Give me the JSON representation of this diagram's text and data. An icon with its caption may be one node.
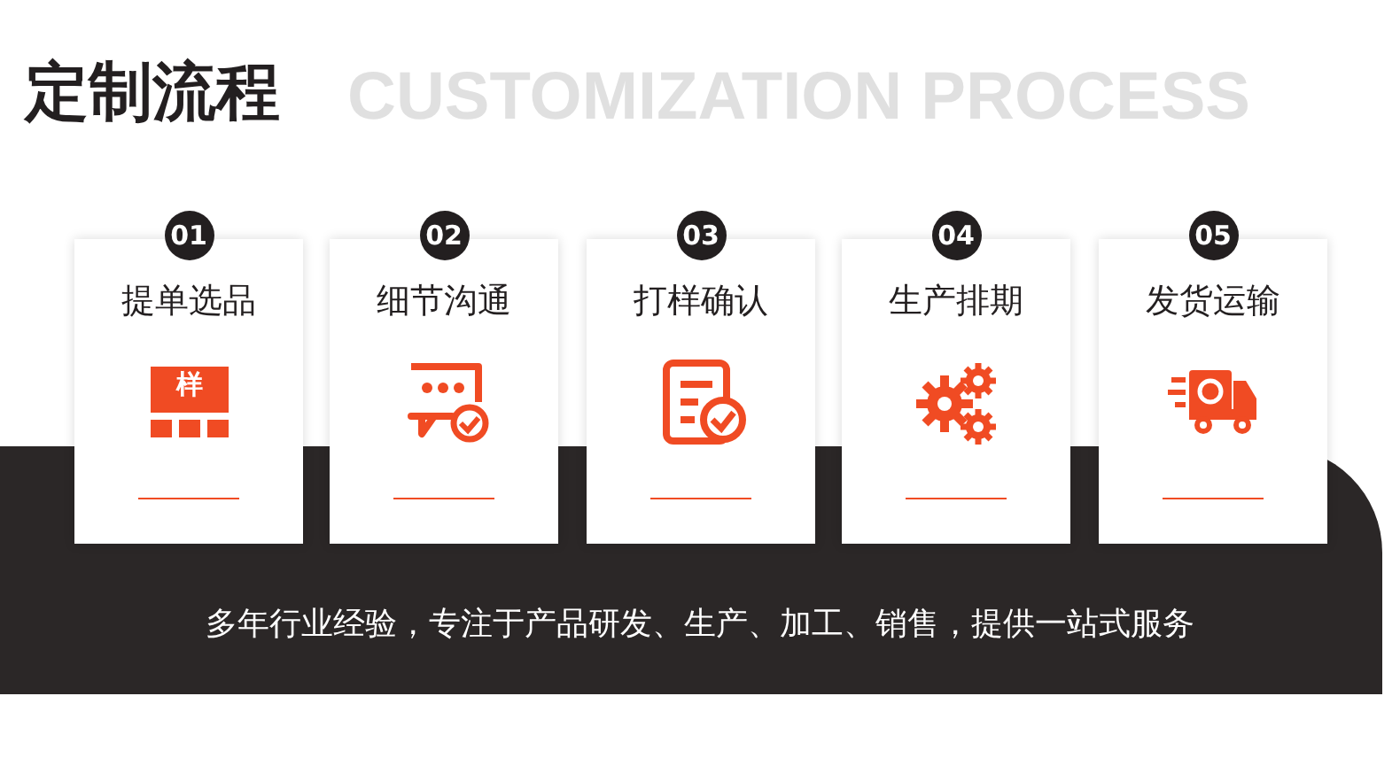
{
  "diagram": {
    "title": "定制流程",
    "nodes": [
      {
        "text": [
          "01",
          "提单选品",
          "样"
        ]
      },
      {
        "text": [
          "02",
          "细节沟通"
        ]
      },
      {
        "text": [
          "03",
          "打样确认"
        ]
      },
      {
        "text": [
          "04",
          "生产排期"
        ]
      },
      {
        "text": [
          "05",
          "发货运输"
        ]
      }
    ],
    "labels": [
      "CUSTOMIZATION PROCESS",
      "多年行业经验，专注于产品研发、生产、加工、销售，提供一站式服务"
    ]
  }
}
